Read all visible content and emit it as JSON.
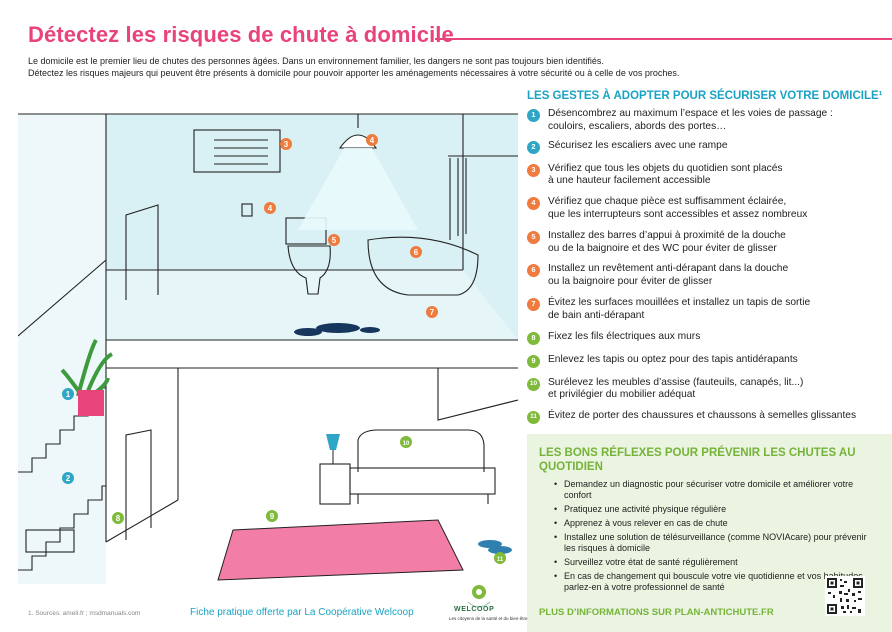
{
  "title": "Détectez les risques de chute à domicile",
  "intro": {
    "line1": "Le domicile est le premier lieu de chutes des personnes âgées. Dans un environnement familier, les dangers ne sont pas toujours bien identifiés.",
    "line2": "Détectez les risques majeurs qui peuvent être présents à domicile pour pouvoir apporter les aménagements nécessaires à votre sécurité ou à celle de vos proches."
  },
  "gestes": {
    "title": "LES GESTES À ADOPTER POUR SÉCURISER VOTRE DOMICILE¹",
    "items": [
      {
        "num": "1",
        "color": "teal",
        "line1": "Désencombrez au maximum l’espace et les voies de passage :",
        "line2": "couloirs, escaliers, abords des portes…"
      },
      {
        "num": "2",
        "color": "teal",
        "line1": "Sécurisez les escaliers avec une rampe",
        "line2": ""
      },
      {
        "num": "3",
        "color": "orange",
        "line1": "Vérifiez que tous les objets du quotidien sont placés",
        "line2": "à une hauteur facilement accessible"
      },
      {
        "num": "4",
        "color": "orange",
        "line1": "Vérifiez que chaque pièce est suffisamment éclairée,",
        "line2": "que les interrupteurs sont accessibles et assez nombreux"
      },
      {
        "num": "5",
        "color": "orange",
        "line1": "Installez des barres d’appui à proximité de la douche",
        "line2": "ou de la baignoire et des WC pour éviter de glisser"
      },
      {
        "num": "6",
        "color": "orange",
        "line1": "Installez un revêtement anti-dérapant dans la douche",
        "line2": "ou la baignoire pour éviter de glisser"
      },
      {
        "num": "7",
        "color": "orange",
        "line1": "Évitez les surfaces mouillées et installez un tapis de sortie",
        "line2": "de bain anti-dérapant"
      },
      {
        "num": "8",
        "color": "green",
        "line1": "Fixez les fils électriques aux murs",
        "line2": ""
      },
      {
        "num": "9",
        "color": "green",
        "line1": "Enlevez les tapis ou optez pour des tapis antidérapants",
        "line2": ""
      },
      {
        "num": "10",
        "color": "green",
        "line1": "Surélevez les meubles d’assise (fauteuils, canapés, lit...)",
        "line2": "et privilégier du mobilier adéquat"
      },
      {
        "num": "11",
        "color": "green",
        "line1": "Évitez de porter des chaussures et chaussons à semelles glissantes",
        "line2": ""
      }
    ]
  },
  "reflexes": {
    "title": "LES BONS RÉFLEXES POUR PRÉVENIR LES CHUTES AU QUOTIDIEN",
    "items": [
      "Demandez un diagnostic pour sécuriser votre domicile et améliorer votre confort",
      "Pratiquez une activité physique régulière",
      "Apprenez à vous relever en cas de chute",
      "Installez une solution de télésurveillance (comme NOVIAcare) pour prévenir les risques à domicile",
      "Surveillez votre état de santé régulièrement",
      "En cas de changement qui bouscule votre vie quotidienne et vos habitudes, parlez-en à votre professionnel de santé"
    ],
    "footer": "PLUS D’INFORMATIONS SUR PLAN-ANTICHUTE.FR"
  },
  "footer": {
    "sources": "1. Sources: ameli.fr ; msdmanuals.com",
    "fiche": "Fiche pratique offerte par La Coopérative Welcoop",
    "logo_name": "WELCOOP",
    "logo_tag": "Les citoyens de la santé et du bien-être"
  },
  "illustration_markers": [
    "1",
    "2",
    "3",
    "4",
    "4",
    "5",
    "6",
    "7",
    "8",
    "9",
    "10",
    "11"
  ],
  "colors": {
    "accent_pink": "#e8437b",
    "teal": "#2fa6c5",
    "orange": "#ef7b3e",
    "green": "#7fba3a",
    "panel_green": "#eaf4e0",
    "room_blue": "#d9f0f4",
    "rug": "#f27ea8"
  }
}
